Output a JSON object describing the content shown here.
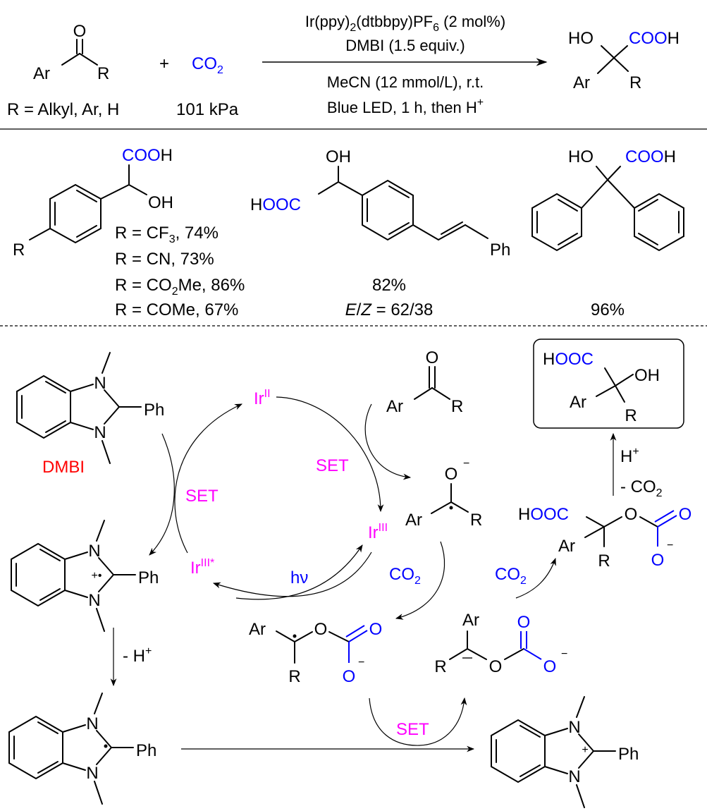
{
  "reaction": {
    "reactant": {
      "o": "O",
      "ar": "Ar",
      "r": "R",
      "scope": "R = Alkyl, Ar, H"
    },
    "plus": "+",
    "co2": {
      "main": "CO",
      "sub": "2",
      "pressure": "101 kPa"
    },
    "conditions": {
      "catalyst": {
        "a": "Ir(ppy)",
        "sub1": "2",
        "b": "(dtbbpy)PF",
        "sub2": "6",
        "c": " (2 mol%)"
      },
      "reductant": "DMBI (1.5 equiv.)",
      "solvent": "MeCN (12 mmol/L), r.t.",
      "light": {
        "text": "Blue LED, 1 h, then H",
        "sup": "+"
      }
    },
    "product": {
      "ho": "HO",
      "coo": "COO",
      "h": "H",
      "ar": "Ar",
      "r": "R"
    }
  },
  "examples": {
    "aryl": {
      "coo": "COO",
      "h": "H",
      "oh": "OH",
      "r": "R",
      "entries": [
        {
          "a": "R = CF",
          "sub": "3",
          "b": ", 74%"
        },
        {
          "a": "R = CN, 73%"
        },
        {
          "a": "R = CO",
          "sub": "2",
          "b": "Me, 86%"
        },
        {
          "a": "R = COMe, 67%"
        }
      ]
    },
    "stilbene": {
      "oh": "OH",
      "h": "H",
      "ooc": "OOC",
      "ph": "Ph",
      "yield": "82%",
      "ez": {
        "e": "E",
        "slash": "/",
        "z": "Z",
        "ratio": " = 62/38"
      }
    },
    "benzilic": {
      "ho": "HO",
      "coo": "COO",
      "h": "H",
      "yield": "96%"
    }
  },
  "mechanism": {
    "catalysts": {
      "ir": "Ir",
      "ir2": "II",
      "ir3": "III",
      "ir3_excited": "III*"
    },
    "labels": {
      "set": "SET",
      "hv": "hν",
      "co2": "CO",
      "co2_sub": "2",
      "minus_h": "- H",
      "plus_sup": "+",
      "h_plus": "H",
      "minus_co2": "- CO"
    },
    "dmbi": {
      "name": "DMBI",
      "n": "N",
      "ph": "Ph"
    },
    "charges": {
      "radical_cation": "+•",
      "plus": "+",
      "minus": "−"
    },
    "atoms": {
      "o": "O",
      "ar": "Ar",
      "r": "R",
      "h": "H",
      "ooc": "OOC",
      "oh": "OH"
    }
  },
  "colors": {
    "co2": "#0000ff",
    "catalyst": "#ff00ff",
    "dmbi": "#ff0000"
  }
}
